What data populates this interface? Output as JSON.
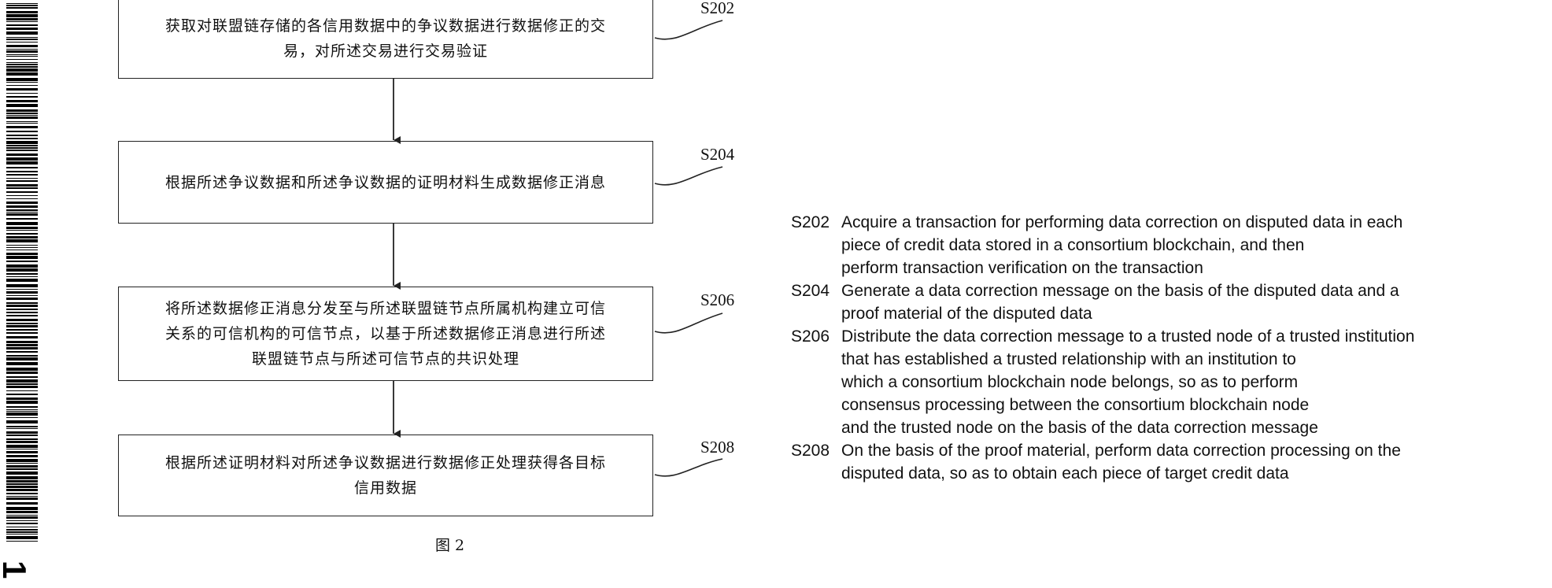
{
  "barcode_side_text": "1",
  "steps": [
    {
      "code": "S202",
      "text_lines": [
        "获取对联盟链存储的各信用数据中的争议数据进行数据修正的交",
        "易，对所述交易进行交易验证"
      ]
    },
    {
      "code": "S204",
      "text_lines": [
        "根据所述争议数据和所述争议数据的证明材料生成数据修正消息"
      ]
    },
    {
      "code": "S206",
      "text_lines": [
        "将所述数据修正消息分发至与所述联盟链节点所属机构建立可信",
        "关系的可信机构的可信节点，以基于所述数据修正消息进行所述",
        "联盟链节点与所述可信节点的共识处理"
      ]
    },
    {
      "code": "S208",
      "text_lines": [
        "根据所述证明材料对所述争议数据进行数据修正处理获得各目标",
        "信用数据"
      ]
    }
  ],
  "figure_caption": "图 2",
  "translations": [
    {
      "code": "S202",
      "lines": [
        "Acquire a transaction for performing data correction on disputed data in each",
        "piece of credit data stored in a consortium blockchain, and then",
        "perform transaction verification on the transaction"
      ]
    },
    {
      "code": "S204",
      "lines": [
        "Generate a data correction message on the basis of the disputed data and a",
        "proof material of the disputed data"
      ]
    },
    {
      "code": "S206",
      "lines": [
        "Distribute the data correction message to a trusted node of a trusted institution",
        "that has established a trusted relationship with an institution to",
        "which a consortium blockchain node belongs, so as to perform",
        "consensus processing between the consortium blockchain node",
        "and the trusted node on the basis of the data correction message"
      ]
    },
    {
      "code": "S208",
      "lines": [
        "On the basis of the proof material, perform data correction processing on the",
        "disputed data, so as to obtain each piece of target credit data"
      ]
    }
  ]
}
